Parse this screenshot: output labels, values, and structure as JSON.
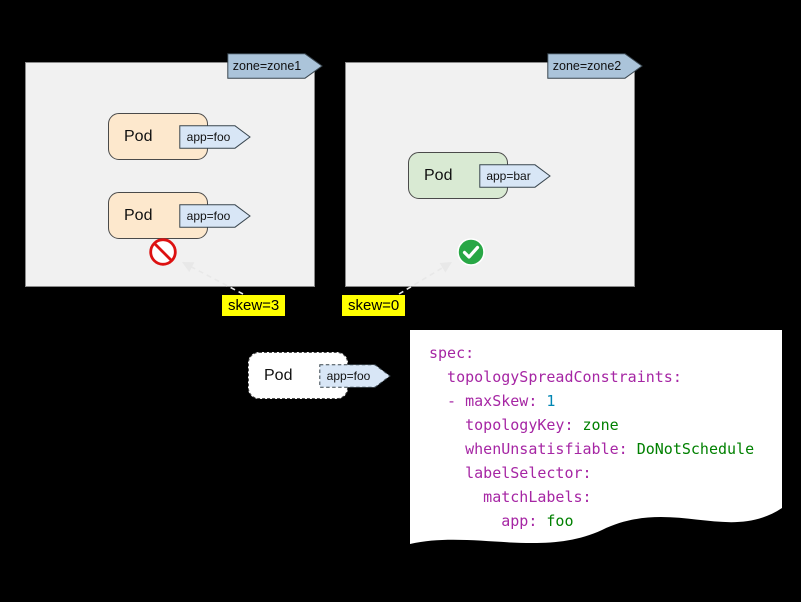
{
  "zones": [
    {
      "flag": "zone=zone1",
      "pods": [
        {
          "label": "Pod",
          "tag": "app=foo"
        },
        {
          "label": "Pod",
          "tag": "app=foo"
        }
      ],
      "skew": "skew=3",
      "status": "rejected"
    },
    {
      "flag": "zone=zone2",
      "pods": [
        {
          "label": "Pod",
          "tag": "app=bar"
        }
      ],
      "skew": "skew=0",
      "status": "allowed"
    }
  ],
  "pending_pod": {
    "label": "Pod",
    "tag": "app=foo"
  },
  "code": {
    "lines": [
      {
        "segments": [
          {
            "type": "key",
            "text": "spec:"
          }
        ]
      },
      {
        "segments": [
          {
            "type": "key",
            "text": "  topologySpreadConstraints:"
          }
        ]
      },
      {
        "segments": [
          {
            "type": "key",
            "text": "  - maxSkew:"
          },
          {
            "type": "number",
            "text": " 1"
          }
        ]
      },
      {
        "segments": [
          {
            "type": "key",
            "text": "    topologyKey:"
          },
          {
            "type": "string",
            "text": " zone"
          }
        ]
      },
      {
        "segments": [
          {
            "type": "key",
            "text": "    whenUnsatisfiable:"
          },
          {
            "type": "string",
            "text": " DoNotSchedule"
          }
        ]
      },
      {
        "segments": [
          {
            "type": "key",
            "text": "    labelSelector:"
          }
        ]
      },
      {
        "segments": [
          {
            "type": "key",
            "text": "      matchLabels:"
          }
        ]
      },
      {
        "segments": [
          {
            "type": "key",
            "text": "        app:"
          },
          {
            "type": "string",
            "text": " foo"
          }
        ]
      }
    ]
  },
  "colors": {
    "background": "#000000",
    "zone_fill": "#f1f1f1",
    "zone_flag_fill": "#abc4da",
    "pod_foo_fill": "#fde8cd",
    "pod_bar_fill": "#d9ead3",
    "app_tag_fill": "#d8e6f6",
    "skew_highlight": "#ffff00",
    "reject_red": "#dd1111",
    "allow_green": "#28a745",
    "code_key": "#a626a4",
    "code_number": "#0086b3",
    "code_string": "#008000"
  }
}
